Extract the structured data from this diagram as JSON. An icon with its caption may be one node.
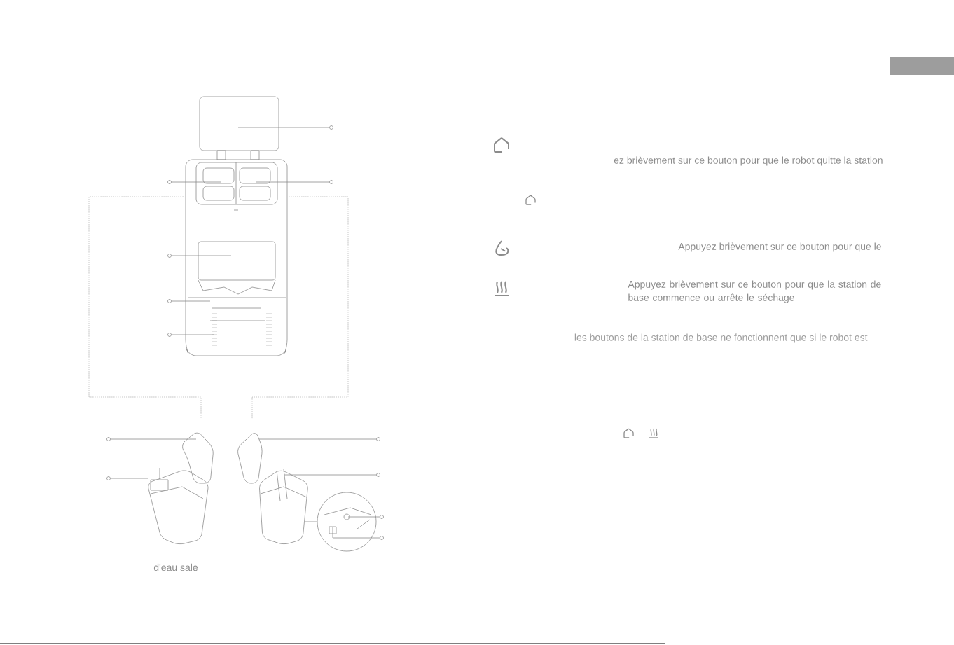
{
  "diagram": {
    "nodes": [
      {
        "text": [],
        "shape": "picture"
      },
      {
        "text": [],
        "shape": "picture"
      },
      {
        "text": [],
        "shape": "picture"
      },
      {
        "text": [],
        "shape": "picture"
      },
      {
        "text": [],
        "shape": "circle"
      },
      {
        "text": [],
        "shape": "circle"
      },
      {
        "text": [],
        "shape": "circle"
      },
      {
        "text": [],
        "shape": "circle"
      },
      {
        "text": [],
        "shape": "circle"
      },
      {
        "text": [],
        "shape": "circle"
      },
      {
        "text": [],
        "shape": "circle"
      },
      {
        "text": [],
        "shape": "circle"
      },
      {
        "text": [],
        "shape": "circle"
      },
      {
        "text": [],
        "shape": "circle"
      },
      {
        "text": [],
        "shape": "circle"
      },
      {
        "text": [],
        "shape": "circle"
      }
    ],
    "edges": [
      {
        "from": 4,
        "to": 0,
        "arrow": "none"
      },
      {
        "from": 5,
        "to": 0,
        "arrow": "none"
      },
      {
        "from": 6,
        "to": 0,
        "arrow": "none"
      },
      {
        "from": 7,
        "to": 0,
        "arrow": "none"
      },
      {
        "from": 8,
        "to": 0,
        "arrow": "none"
      },
      {
        "from": 9,
        "to": 0,
        "arrow": "none"
      },
      {
        "from": 10,
        "to": 1,
        "arrow": "none"
      },
      {
        "from": 11,
        "to": 2,
        "arrow": "none"
      },
      {
        "from": 12,
        "to": 1,
        "arrow": "none"
      },
      {
        "from": 13,
        "to": 2,
        "arrow": "none"
      },
      {
        "from": 14,
        "to": 3,
        "arrow": "none"
      },
      {
        "from": 15,
        "to": 3,
        "arrow": "none"
      },
      {
        "from": 2,
        "to": 3,
        "arrow": "none"
      },
      {
        "from": 0,
        "to": 1,
        "arrow": "none",
        "style": "dashed"
      },
      {
        "from": 0,
        "to": 2,
        "arrow": "none",
        "style": "dashed"
      }
    ],
    "labels": [
      "ez brièvement sur ce bouton pour que le robot quitte la station",
      "Appuyez brièvement sur ce bouton pour que le",
      "Appuyez brièvement sur ce bouton pour que la station de base commence ou arrête le séchage",
      "les boutons de la station de base ne fonctionnent que si le robot est",
      "d'eau sale"
    ]
  }
}
